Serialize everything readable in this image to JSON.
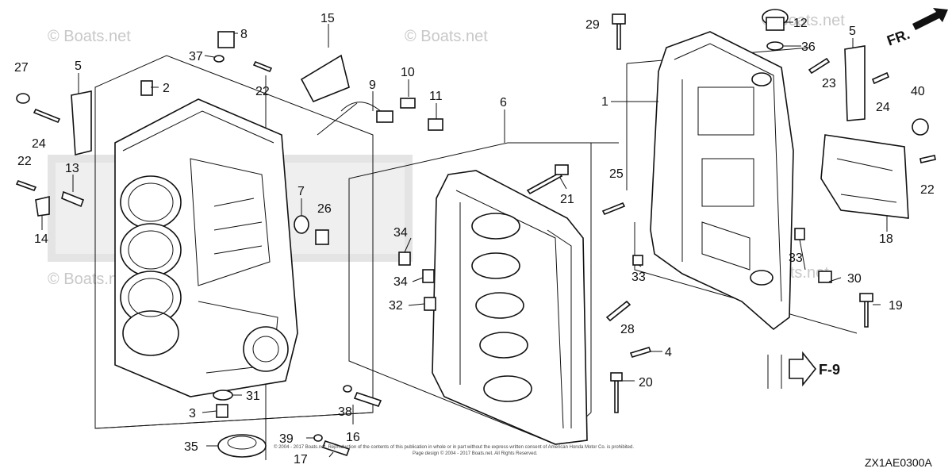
{
  "diagram": {
    "code": "ZX1AE0300A",
    "direction_label": "FR.",
    "reference_label": "F-9",
    "copyright_line1": "© 2004 - 2017 Boats.net. Reproduction of the contents of this publication in whole or in part without the express written consent of American Honda Motor Co. is prohibited.",
    "copyright_line2": "Page design © 2004 - 2017 Boats.net. All Rights Reserved.",
    "watermarks": [
      "© Boats.net",
      "© Boats.net",
      "© Boats.net",
      "© Boats.net",
      "© Boats.net"
    ],
    "callouts": [
      {
        "label": "1"
      },
      {
        "label": "2"
      },
      {
        "label": "3"
      },
      {
        "label": "4"
      },
      {
        "label": "5"
      },
      {
        "label": "5"
      },
      {
        "label": "6"
      },
      {
        "label": "7"
      },
      {
        "label": "8"
      },
      {
        "label": "9"
      },
      {
        "label": "10"
      },
      {
        "label": "11"
      },
      {
        "label": "12"
      },
      {
        "label": "13"
      },
      {
        "label": "14"
      },
      {
        "label": "15"
      },
      {
        "label": "16"
      },
      {
        "label": "17"
      },
      {
        "label": "18"
      },
      {
        "label": "19"
      },
      {
        "label": "20"
      },
      {
        "label": "21"
      },
      {
        "label": "22"
      },
      {
        "label": "22"
      },
      {
        "label": "22"
      },
      {
        "label": "23"
      },
      {
        "label": "24"
      },
      {
        "label": "24"
      },
      {
        "label": "25"
      },
      {
        "label": "26"
      },
      {
        "label": "27"
      },
      {
        "label": "28"
      },
      {
        "label": "29"
      },
      {
        "label": "30"
      },
      {
        "label": "31"
      },
      {
        "label": "32"
      },
      {
        "label": "33"
      },
      {
        "label": "33"
      },
      {
        "label": "34"
      },
      {
        "label": "34"
      },
      {
        "label": "35"
      },
      {
        "label": "36"
      },
      {
        "label": "37"
      },
      {
        "label": "38"
      },
      {
        "label": "39"
      },
      {
        "label": "40"
      }
    ]
  }
}
